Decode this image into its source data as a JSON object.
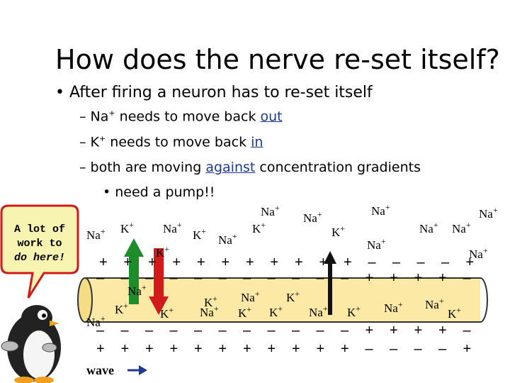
{
  "slide": {
    "title": "How does the nerve re-set itself?",
    "bullet": "After firing a neuron has to re-set itself",
    "dash": "–",
    "dot": "•",
    "sub1_a": "Na",
    "sub1_sup": "+",
    "sub1_b": " needs to move back ",
    "sub1_link": "out",
    "sub2_a": "K",
    "sub2_sup": "+",
    "sub2_b": " needs to move back ",
    "sub2_link": "in",
    "sub3_a": "both are moving ",
    "sub3_link": "against",
    "sub3_b": " concentration gradients",
    "sub4": "need a pump!!"
  },
  "callout": {
    "line1": "A lot of",
    "line2": "work to",
    "line3": "do here!"
  },
  "labels": {
    "na": "Na",
    "k": "K",
    "plus": "+",
    "minus": "–",
    "wave": "wave"
  },
  "colors": {
    "axon_fill": "#fce9a6",
    "axon_stroke": "#333333",
    "pump_green": "#1e8c2a",
    "pump_red": "#d11a1a",
    "arrow_blue": "#1f3a93",
    "link_blue": "#1f3a93"
  },
  "icons": {
    "penguin": "penguin-mascot",
    "arrow": "wave-arrow"
  }
}
